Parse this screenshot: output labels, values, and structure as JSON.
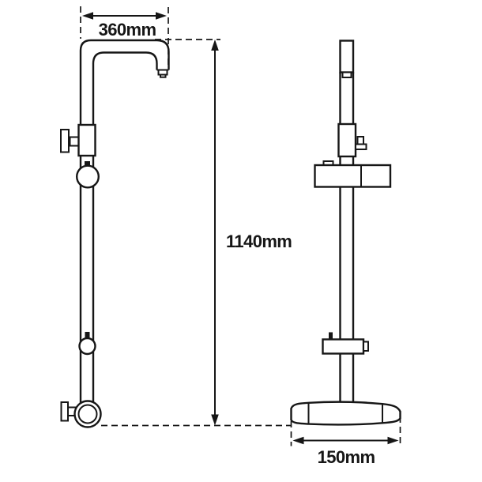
{
  "diagram": {
    "background_color": "#ffffff",
    "line_color": "#161616",
    "dimensions": {
      "arm_width": {
        "label": "360mm"
      },
      "total_height": {
        "label": "1140mm"
      },
      "head_width": {
        "label": "150mm"
      }
    }
  }
}
